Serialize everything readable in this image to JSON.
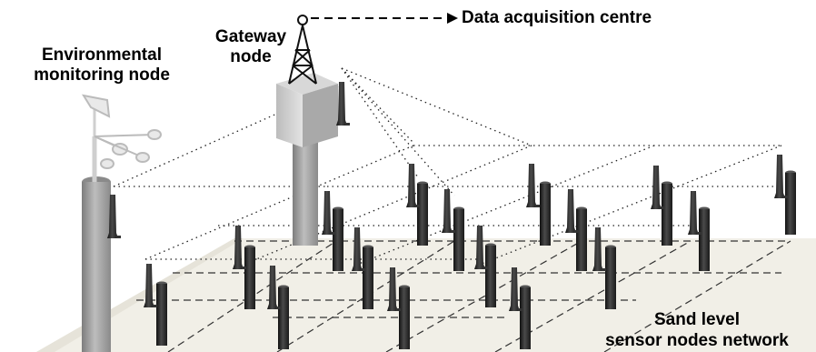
{
  "labels": {
    "environmental_node": [
      "Environmental",
      "monitoring node"
    ],
    "gateway_node": [
      "Gateway",
      "node"
    ],
    "data_centre": "Data acquisition centre",
    "sensor_network": [
      "Sand level",
      "sensor nodes network"
    ]
  },
  "colors": {
    "ground": "#f1efe7",
    "pole_dark": "#2a2a2a",
    "pole_grey": "#9c9c9c",
    "box_grey": "#cfcfcf"
  },
  "icons": [
    "tower-icon",
    "antenna-icon",
    "anemometer-icon"
  ]
}
